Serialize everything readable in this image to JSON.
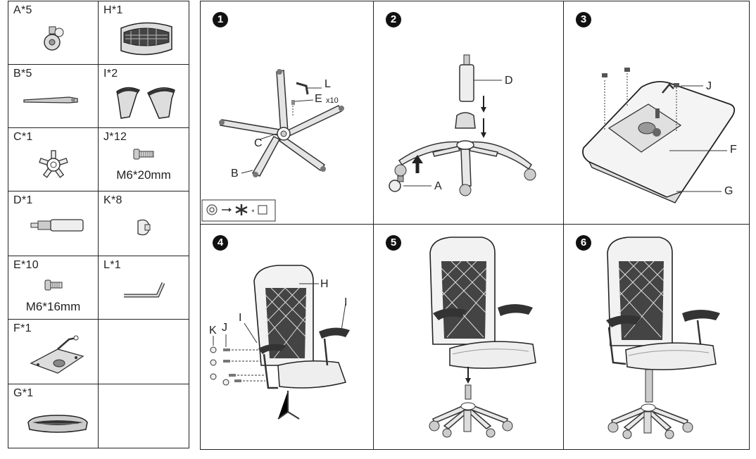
{
  "parts": [
    {
      "label": "A*5"
    },
    {
      "label": "H*1"
    },
    {
      "label": "B*5"
    },
    {
      "label": "I*2"
    },
    {
      "label": "C*1"
    },
    {
      "label": "J*12",
      "size": "M6*20mm"
    },
    {
      "label": "D*1"
    },
    {
      "label": "K*8"
    },
    {
      "label": "E*10",
      "size": "M6*16mm"
    },
    {
      "label": "L*1"
    },
    {
      "label": "F*1"
    },
    {
      "label": ""
    },
    {
      "label": "G*1"
    },
    {
      "label": ""
    }
  ],
  "steps": [
    {
      "number": "1",
      "callouts": [
        "L",
        "E",
        "x10",
        "C",
        "B"
      ]
    },
    {
      "number": "2",
      "callouts": [
        "D",
        "A"
      ]
    },
    {
      "number": "3",
      "callouts": [
        "J",
        "F",
        "G"
      ]
    },
    {
      "number": "4",
      "callouts": [
        "H",
        "I",
        "K",
        "J",
        "I"
      ]
    },
    {
      "number": "5",
      "callouts": []
    },
    {
      "number": "6",
      "callouts": []
    }
  ],
  "icons": [
    "caster-icon",
    "headrest-cushion-icon",
    "leg-icon",
    "armrest-pair-icon",
    "star-base-hub-icon",
    "bolt-icon",
    "gas-lift-icon",
    "cap-icon",
    "hex-key-icon",
    "seat-plate-icon",
    "seat-cushion-icon",
    "chair-icon"
  ]
}
